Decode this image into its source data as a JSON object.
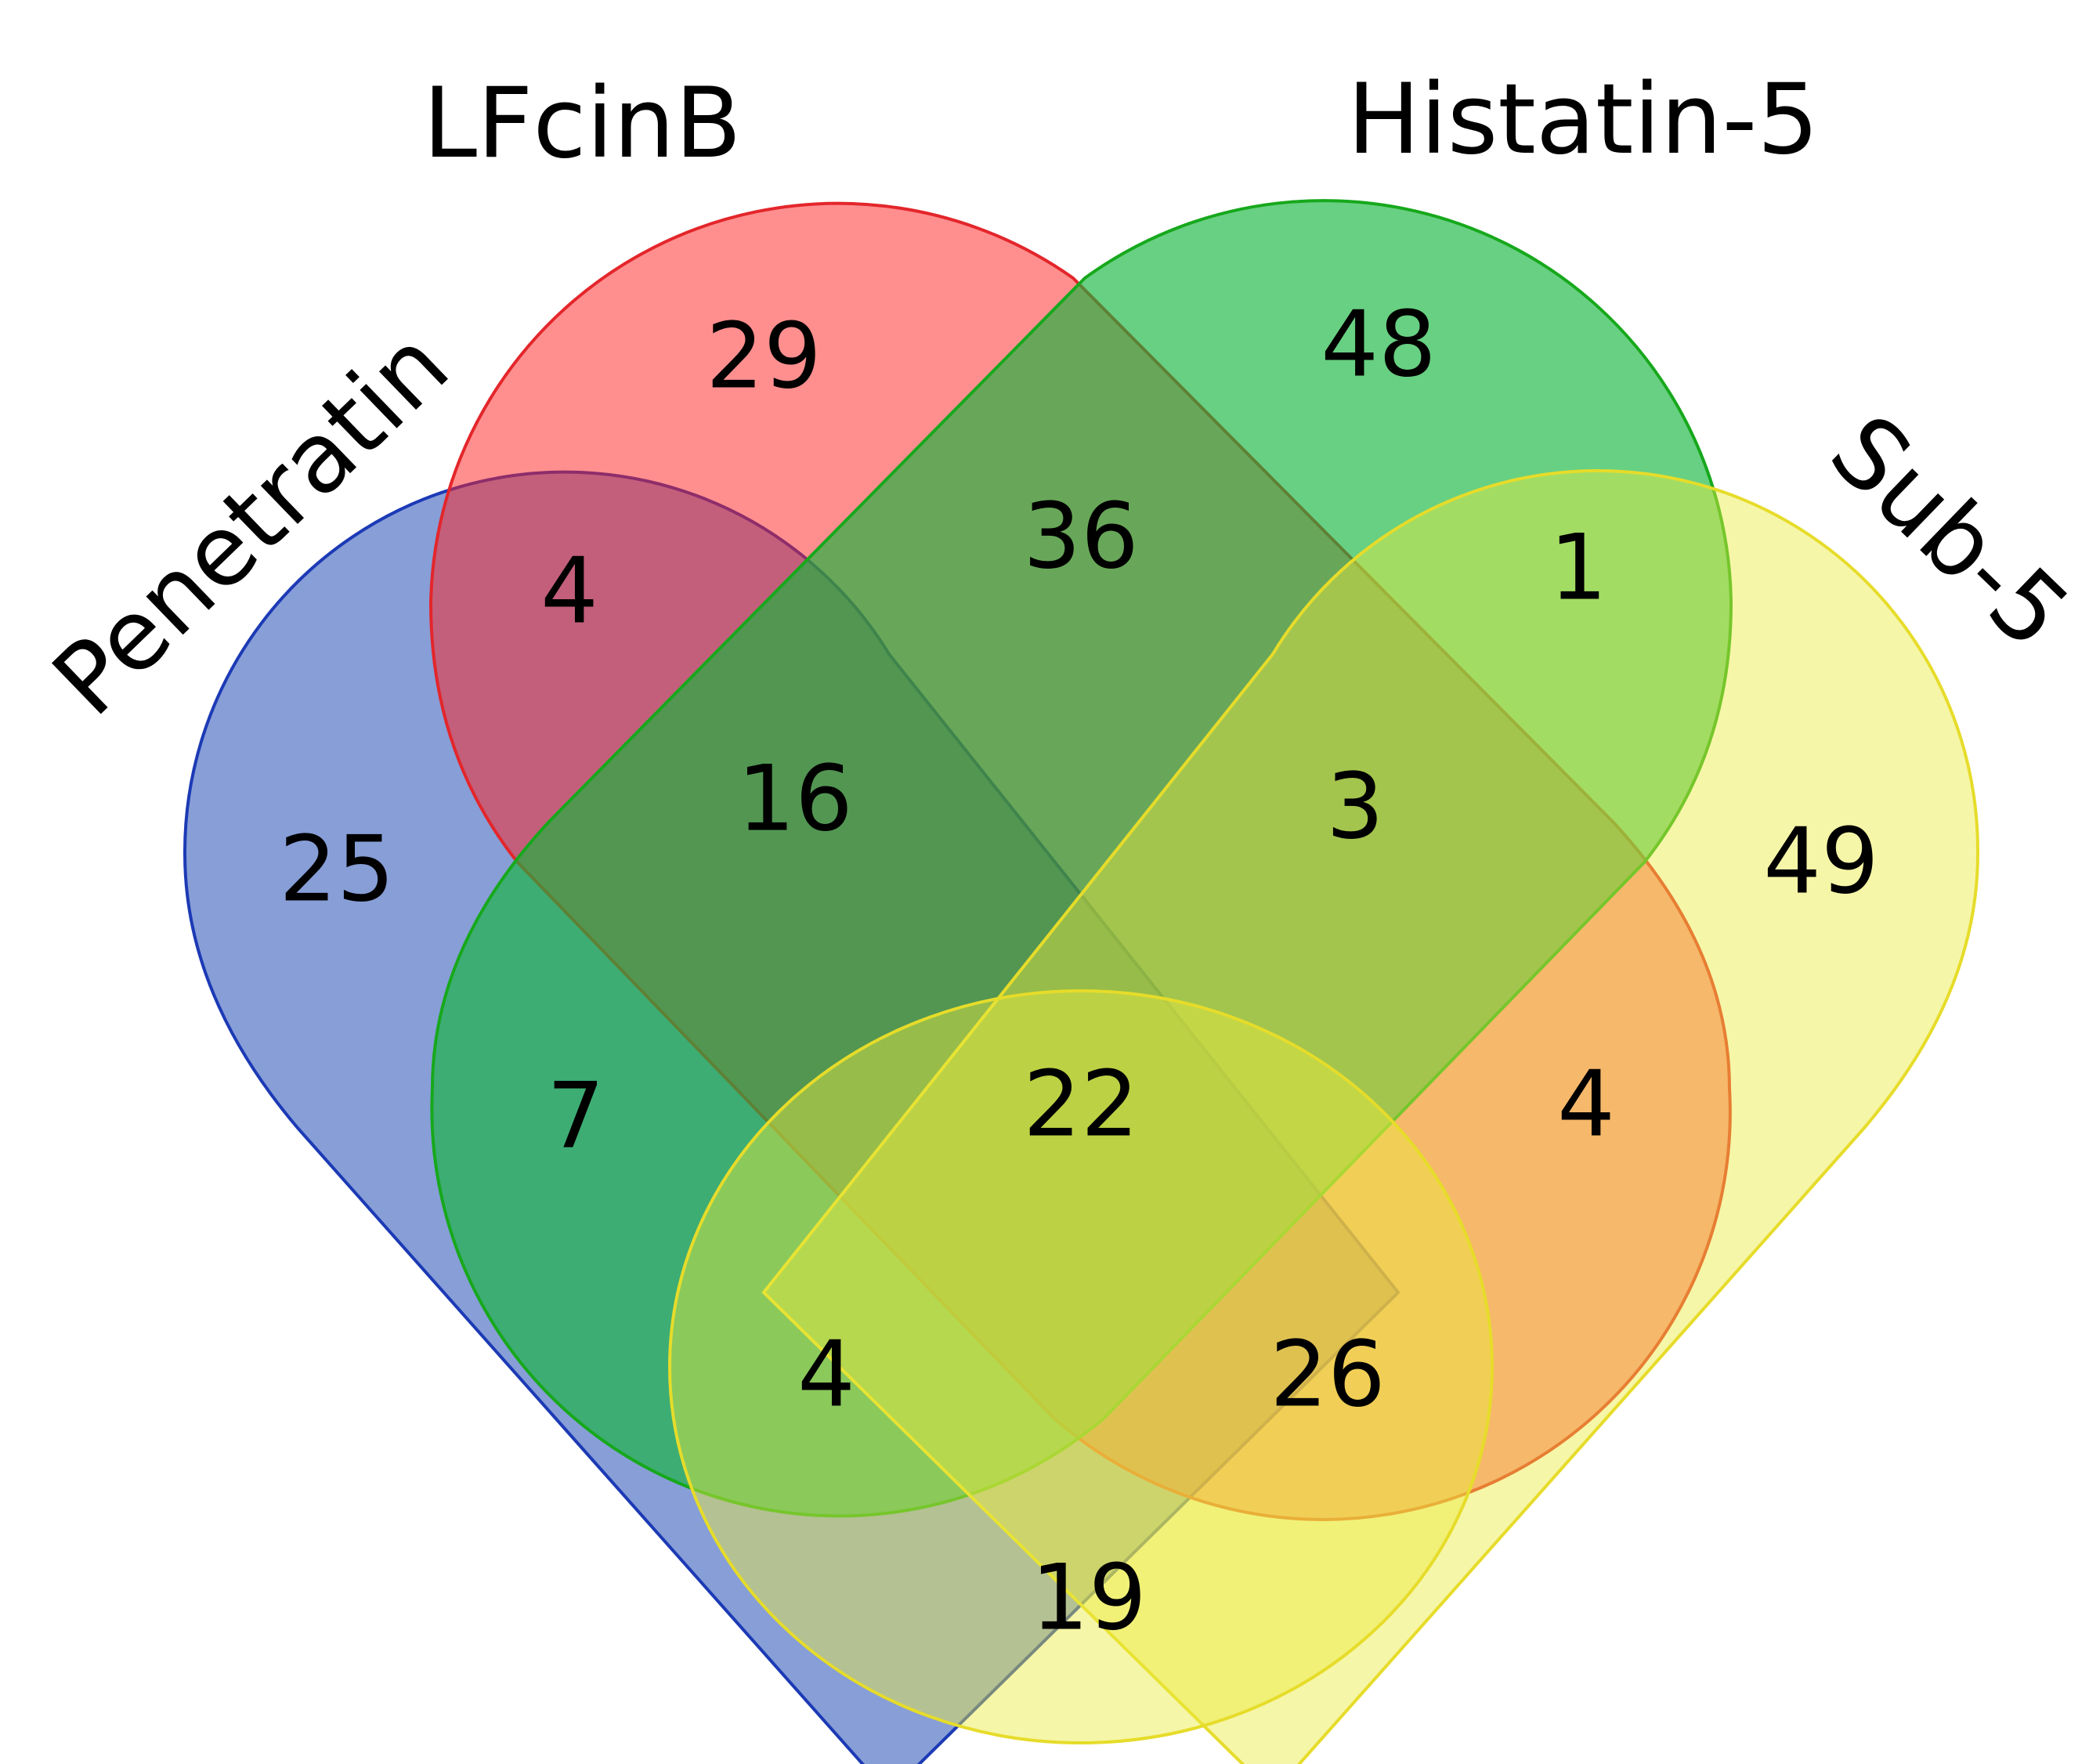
{
  "sets": [
    {
      "id": "penetratin",
      "label": "Penetratin",
      "fill": "#3d62bf",
      "stroke": "#1c3ab5"
    },
    {
      "id": "lfcinb",
      "label": "LFcinB",
      "fill": "#ff1f1f",
      "stroke": "#e3262b"
    },
    {
      "id": "histatin5",
      "label": "Histatin-5",
      "fill": "#12b53c",
      "stroke": "#17a81c"
    },
    {
      "id": "sub5",
      "label": "Sub-5",
      "fill": "#ecea3d",
      "stroke": "#e6dc2a"
    }
  ],
  "regions": [
    {
      "id": "penetratin-only",
      "sets": [
        "penetratin"
      ],
      "value": "25"
    },
    {
      "id": "lfcinb-only",
      "sets": [
        "lfcinb"
      ],
      "value": "29"
    },
    {
      "id": "histatin5-only",
      "sets": [
        "histatin5"
      ],
      "value": "48"
    },
    {
      "id": "sub5-only",
      "sets": [
        "sub5"
      ],
      "value": "49"
    },
    {
      "id": "penetratin-lfcinb",
      "sets": [
        "penetratin",
        "lfcinb"
      ],
      "value": "4"
    },
    {
      "id": "lfcinb-histatin5",
      "sets": [
        "lfcinb",
        "histatin5"
      ],
      "value": "36"
    },
    {
      "id": "histatin5-sub5",
      "sets": [
        "histatin5",
        "sub5"
      ],
      "value": "1"
    },
    {
      "id": "penetratin-lfcinb-histatin5",
      "sets": [
        "penetratin",
        "lfcinb",
        "histatin5"
      ],
      "value": "16"
    },
    {
      "id": "lfcinb-histatin5-sub5",
      "sets": [
        "lfcinb",
        "histatin5",
        "sub5"
      ],
      "value": "3"
    },
    {
      "id": "penetratin-histatin5",
      "sets": [
        "penetratin",
        "histatin5"
      ],
      "value": "7"
    },
    {
      "id": "all-four",
      "sets": [
        "penetratin",
        "lfcinb",
        "histatin5",
        "sub5"
      ],
      "value": "22"
    },
    {
      "id": "lfcinb-sub5",
      "sets": [
        "lfcinb",
        "sub5"
      ],
      "value": "4"
    },
    {
      "id": "penetratin-histatin5-sub5",
      "sets": [
        "penetratin",
        "histatin5",
        "sub5"
      ],
      "value": "4"
    },
    {
      "id": "penetratin-lfcinb-sub5",
      "sets": [
        "penetratin",
        "lfcinb",
        "sub5"
      ],
      "value": "26"
    },
    {
      "id": "penetratin-sub5",
      "sets": [
        "penetratin",
        "sub5"
      ],
      "value": "19"
    }
  ]
}
